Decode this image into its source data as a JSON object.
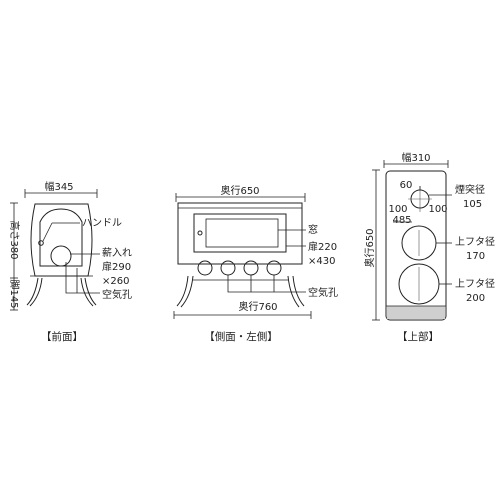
{
  "front": {
    "caption": "【前面】",
    "width": "幅345",
    "height": "高さ380",
    "leg_height": "脚145",
    "handle": "ハンドル",
    "door_line1": "薪入れ",
    "door_line2": "扉290",
    "door_line3": "×260",
    "air_hole": "空気孔"
  },
  "side": {
    "caption": "【側面・左側】",
    "depth_top": "奥行650",
    "window": "窓",
    "door_line1": "扉220",
    "door_line2": "×430",
    "air_hole": "空気孔",
    "depth_bottom": "奥行760"
  },
  "top": {
    "caption": "【上部】",
    "width": "幅310",
    "depth": "奥行650",
    "dim_60": "60",
    "dim_100_left": "100",
    "dim_100_right": "100",
    "dim_485": "485",
    "flue_line1": "煙突径",
    "flue_line2": "105",
    "lid1_line1": "上フタ径",
    "lid1_line2": "170",
    "lid2_line1": "上フタ径",
    "lid2_line2": "200"
  }
}
